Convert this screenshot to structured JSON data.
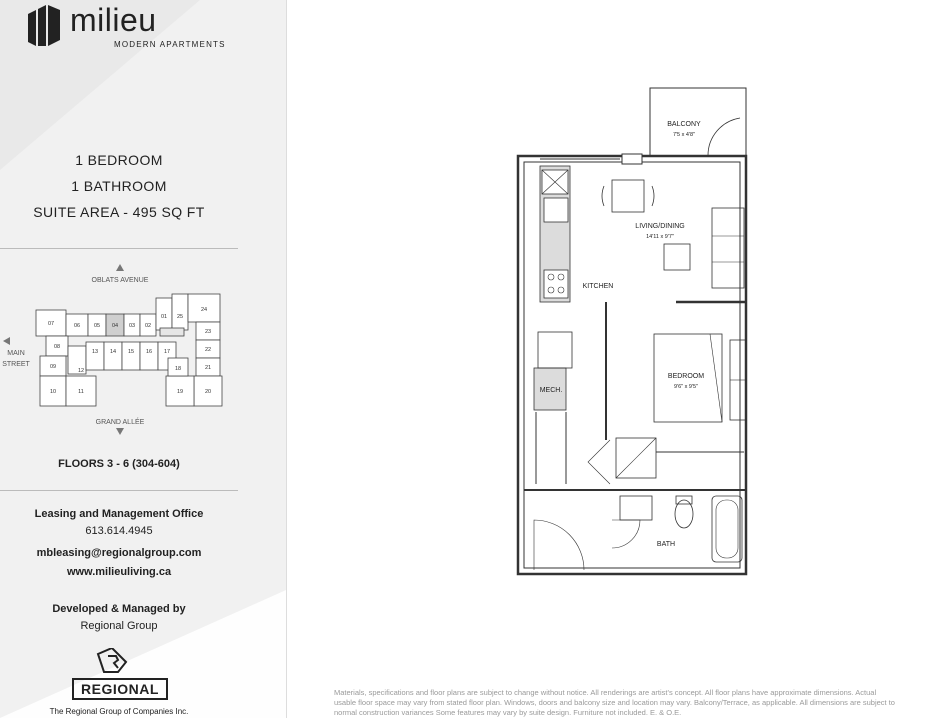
{
  "brand": {
    "name": "milieu",
    "tagline": "MODERN APARTMENTS"
  },
  "suite": {
    "bedrooms": "1 BEDROOM",
    "bathrooms": "1 BATHROOM",
    "area": "SUITE AREA - 495 SQ FT"
  },
  "keyplan": {
    "north_label": "OBLATS AVENUE",
    "south_label": "GRAND ALLÉE",
    "west_label_1": "MAIN",
    "west_label_2": "STREET",
    "units": {
      "u07": "07",
      "u06": "06",
      "u05": "05",
      "u04": "04",
      "u03": "03",
      "u02": "02",
      "u01": "01",
      "u25": "25",
      "u24": "24",
      "u23": "23",
      "u22": "22",
      "u21": "21",
      "u08": "08",
      "u09": "09",
      "u10": "10",
      "u11": "11",
      "u12": "12",
      "u13": "13",
      "u14": "14",
      "u15": "15",
      "u16": "16",
      "u17": "17",
      "u18": "18",
      "u19": "19",
      "u20": "20"
    },
    "floors": "FLOORS 3 - 6 (304-604)"
  },
  "contact": {
    "office": "Leasing and Management Office",
    "phone": "613.614.4945",
    "email": "mbleasing@regionalgroup.com",
    "website": "www.milieuliving.ca",
    "developed_by": "Developed & Managed by",
    "developer": "Regional Group"
  },
  "regional": {
    "logo_text": "REGIONAL",
    "company": "The Regional Group of Companies Inc."
  },
  "plan": {
    "balcony": "BALCONY",
    "balcony_dim": "7'5 x 4'8\"",
    "living": "LIVING/DINING",
    "living_dim": "14'11 x 9'7\"",
    "kitchen": "KITCHEN",
    "bedroom": "BEDROOM",
    "bedroom_dim": "9'6\" x 9'5\"",
    "mech": "MECH.",
    "bath": "BATH"
  },
  "disclaimer": {
    "line1": "Materials, specifications and floor plans are subject to change without notice. All renderings are artist's concept. All floor plans have approximate dimensions. Actual",
    "line2": "usable floor space may vary from stated floor plan. Windows, doors and balcony size and location may vary. Balcony/Terrace, as applicable. All dimensions are subject to",
    "line3": "normal construction variances Some features may vary by suite design. Furniture not included. E. & O.E."
  },
  "colors": {
    "sidebar_bg": "#f1f1f1",
    "text": "#222222",
    "highlight_unit": "#cfcfcf",
    "wall": "#333333",
    "counter": "#dcdcdc"
  }
}
